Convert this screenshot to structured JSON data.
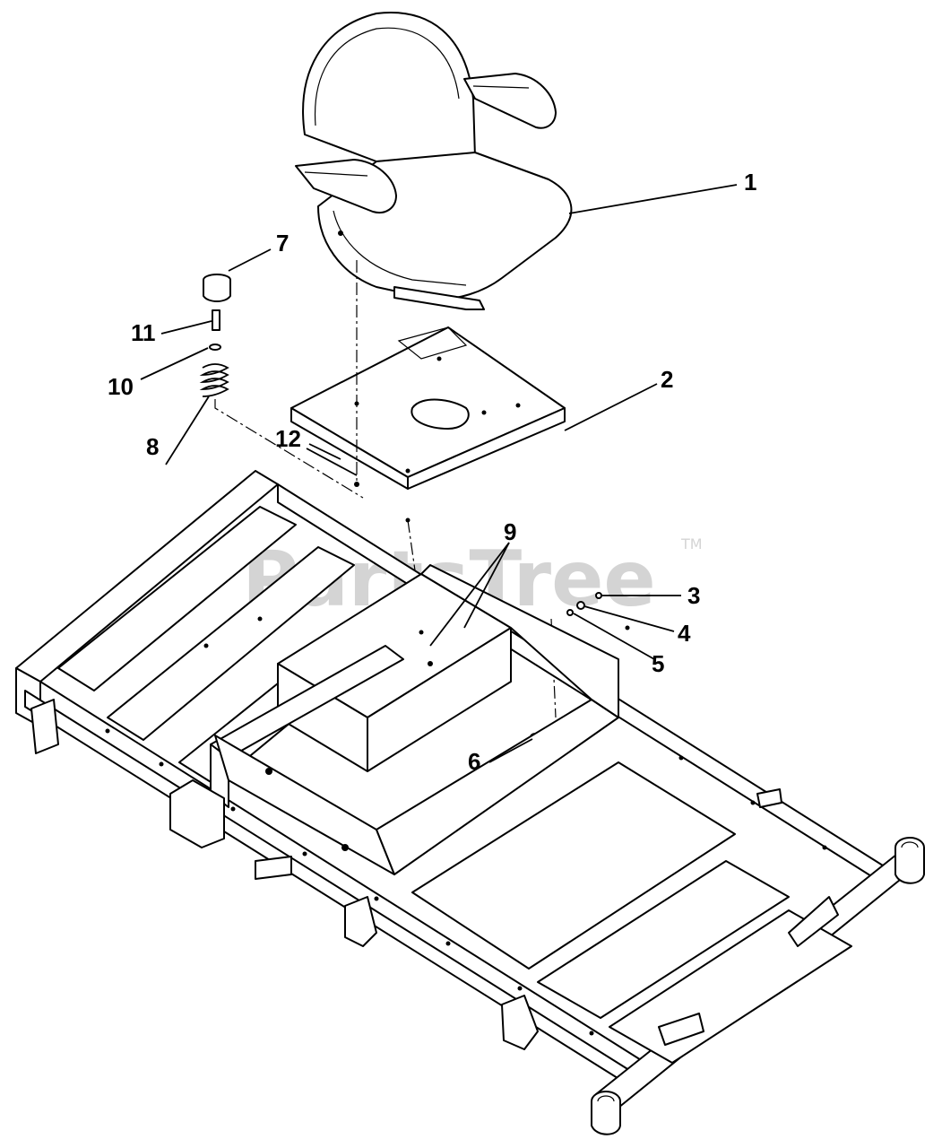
{
  "watermark": {
    "text": "PartsTree",
    "trademark": "TM"
  },
  "callouts": [
    {
      "id": "1",
      "label": "1"
    },
    {
      "id": "2",
      "label": "2"
    },
    {
      "id": "3",
      "label": "3"
    },
    {
      "id": "4",
      "label": "4"
    },
    {
      "id": "5",
      "label": "5"
    },
    {
      "id": "6",
      "label": "6"
    },
    {
      "id": "7",
      "label": "7"
    },
    {
      "id": "8",
      "label": "8"
    },
    {
      "id": "9",
      "label": "9"
    },
    {
      "id": "10",
      "label": "10"
    },
    {
      "id": "11",
      "label": "11"
    },
    {
      "id": "12",
      "label": "12"
    }
  ],
  "colors": {
    "ink": "#000000",
    "paper": "#ffffff",
    "watermark": "#d4d4d4"
  }
}
